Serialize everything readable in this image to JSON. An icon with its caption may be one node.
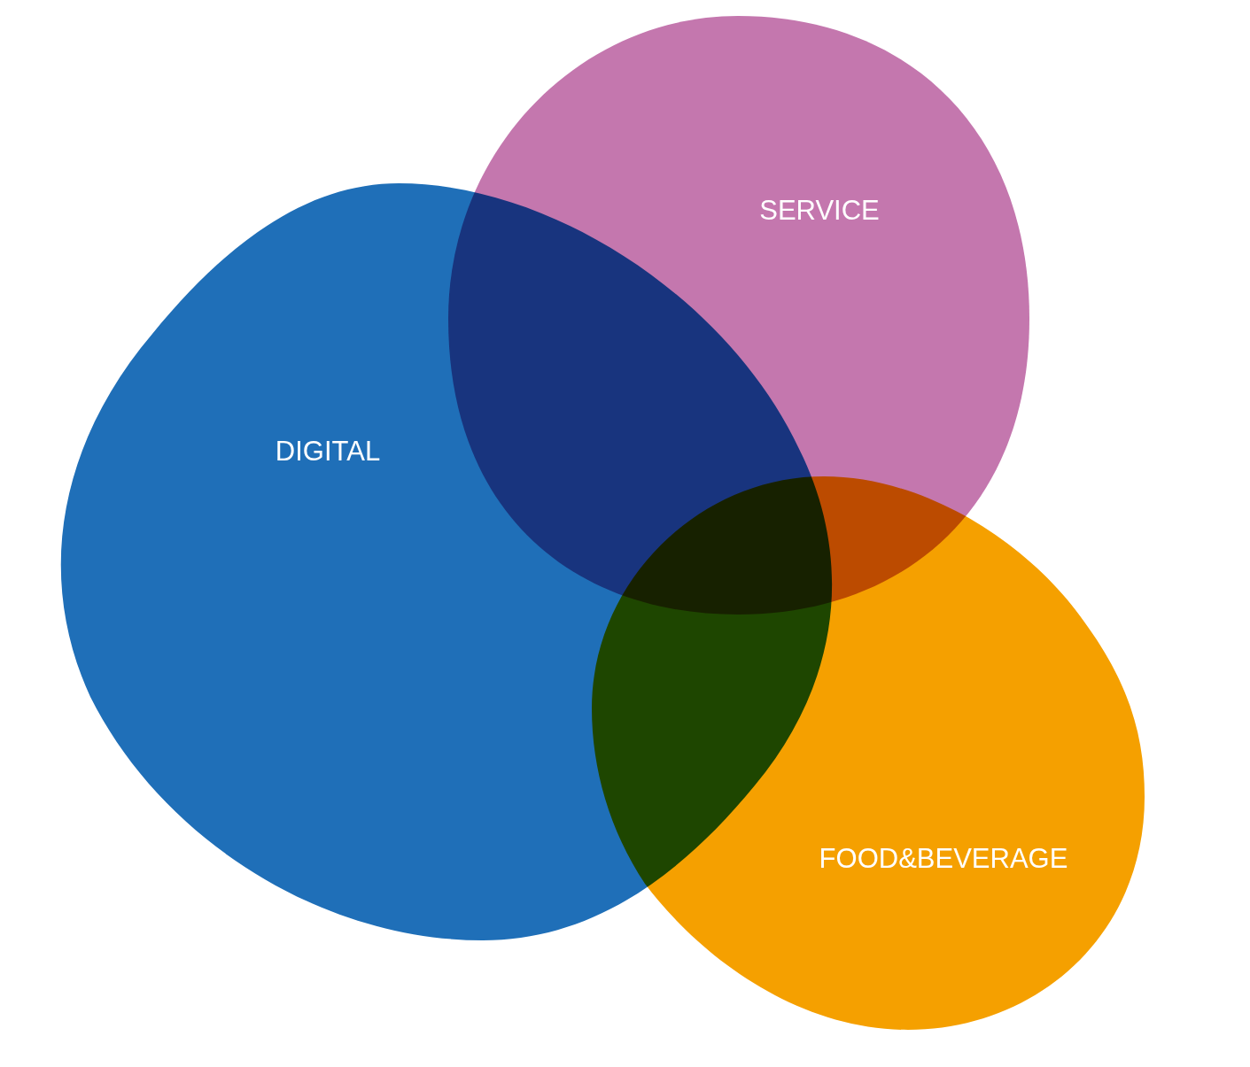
{
  "diagram": {
    "nodes": [
      {
        "text": [
          "DIGITAL"
        ]
      },
      {
        "text": [
          "SERVICE"
        ]
      },
      {
        "text": [
          "FOOD&BEVERAGE"
        ]
      }
    ]
  }
}
